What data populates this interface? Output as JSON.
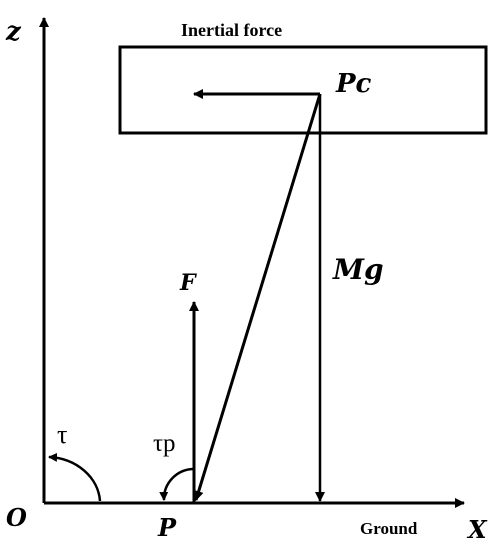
{
  "diagram": {
    "axis_z_label": "z",
    "axis_x_label": "X",
    "origin_label": "O",
    "ground_label": "Ground",
    "inertial_force_label": "Inertial force",
    "center_label": "Pc",
    "weight_label": "Mg",
    "force_label": "F",
    "contact_point_label": "P",
    "torque_label": "τ",
    "contact_torque_label": "τp",
    "ink_color": "#000000"
  }
}
